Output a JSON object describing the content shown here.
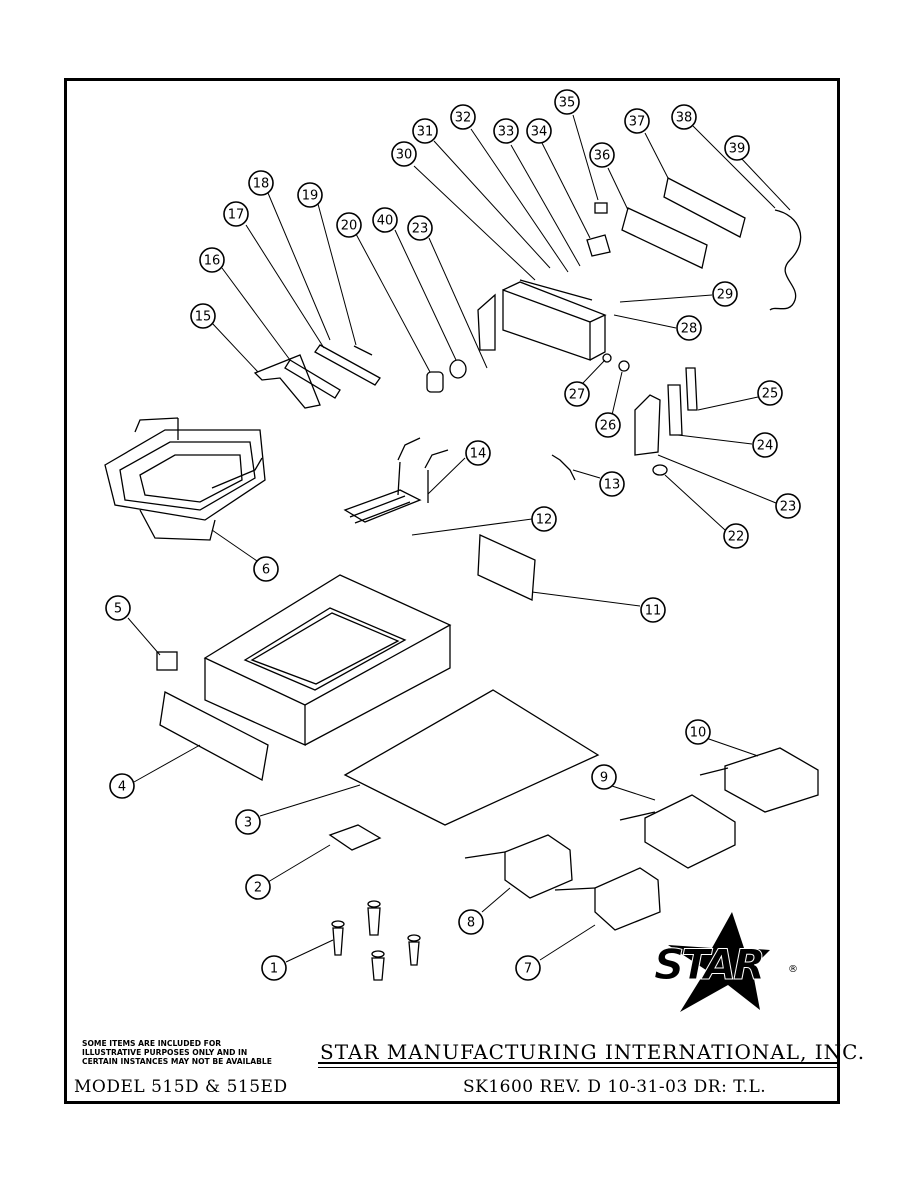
{
  "callouts": [
    "1",
    "2",
    "3",
    "4",
    "5",
    "6",
    "7",
    "8",
    "9",
    "10",
    "11",
    "12",
    "13",
    "14",
    "15",
    "16",
    "17",
    "18",
    "19",
    "20",
    "22",
    "23",
    "23",
    "24",
    "25",
    "26",
    "27",
    "28",
    "29",
    "30",
    "31",
    "32",
    "33",
    "34",
    "35",
    "36",
    "37",
    "38",
    "39",
    "40"
  ],
  "title_block": {
    "company": "STAR MANUFACTURING INTERNATIONAL, INC.",
    "note_line1": "SOME ITEMS ARE INCLUDED FOR",
    "note_line2": "ILLUSTRATIVE PURPOSES ONLY AND IN",
    "note_line3": "CERTAIN INSTANCES MAY NOT BE AVAILABLE",
    "model": "MODEL 515D & 515ED",
    "drawing": "SK1600   REV. D 10-31-03   DR: T.L."
  },
  "logo": {
    "brand": "STAR",
    "registered": "®"
  }
}
